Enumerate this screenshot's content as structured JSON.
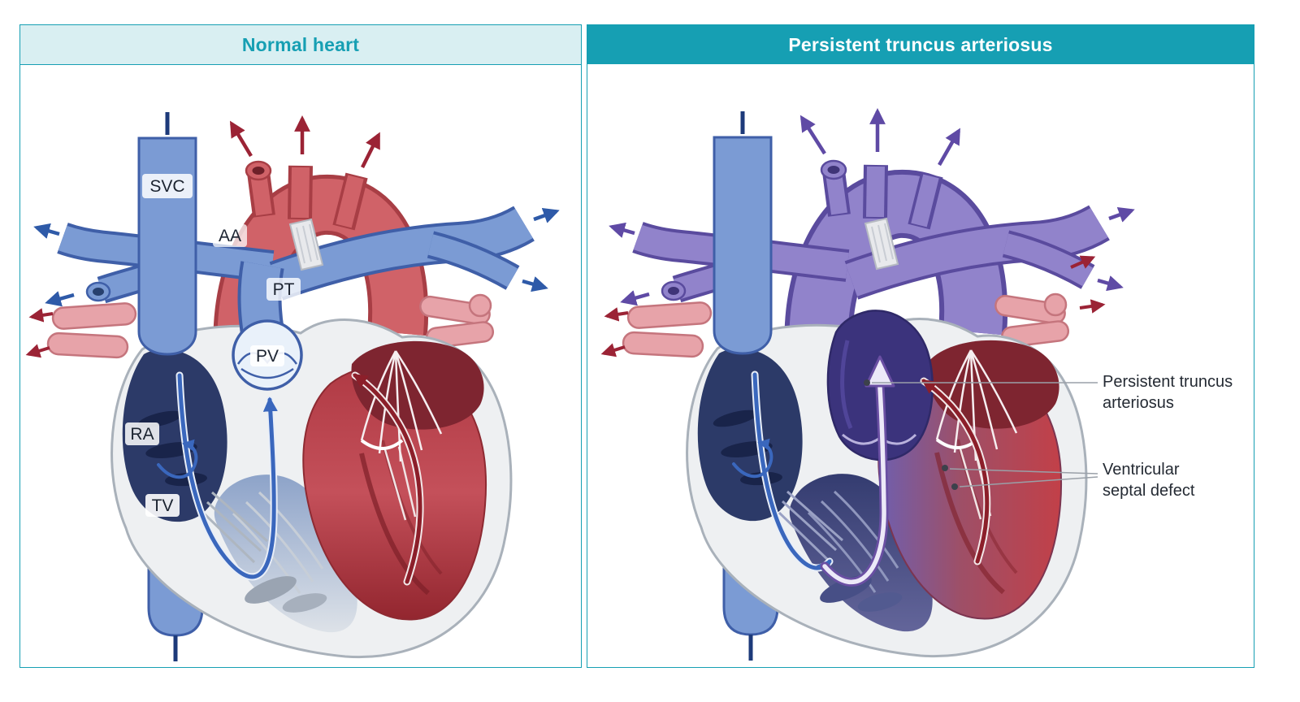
{
  "panels": {
    "normal": {
      "title": "Normal heart",
      "labels": {
        "svc": "SVC",
        "aa": "AA",
        "pt": "PT",
        "pv": "PV",
        "ra": "RA",
        "tv": "TV"
      }
    },
    "pta": {
      "title": "Persistent truncus arteriosus",
      "annotations": {
        "truncus": "Persistent truncus arteriosus",
        "vsd": "Ventricular septal defect"
      }
    }
  },
  "colors": {
    "teal": "#169fb3",
    "teal_light": "#d9eff2",
    "annotation_text": "#242a33",
    "artery_red": "#d06268",
    "vein_blue": "#7b9bd4",
    "pulmonary_vein_pink": "#e7a3a9",
    "truncus_purple": "#9183cb",
    "oxygenated_flow_red": "#8c1f2a",
    "deoxygenated_flow_blue": "#3a67bd",
    "mixed_flow_purple": "#6a4fa3"
  }
}
